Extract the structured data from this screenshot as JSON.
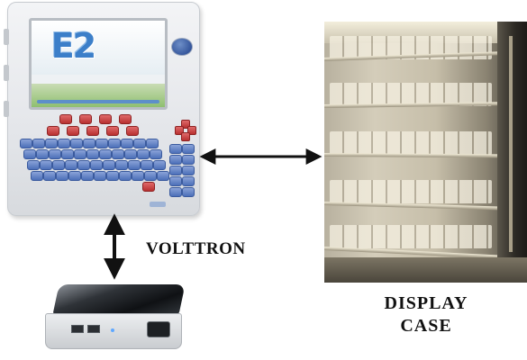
{
  "diagram": {
    "nodes": {
      "controller": {
        "screen_logo": "E2"
      },
      "volttron": {
        "label": "VOLTTRON"
      },
      "display_case": {
        "label_line1": "DISPLAY",
        "label_line2": "CASE"
      }
    },
    "connections": [
      {
        "from": "controller",
        "to": "display_case",
        "direction": "bidirectional"
      },
      {
        "from": "controller",
        "to": "volttron",
        "direction": "bidirectional"
      }
    ]
  },
  "colors": {
    "arrow": "#111111",
    "text": "#111111",
    "screen_logo": "#3c7fc9",
    "keys_blue": "#4c6fb8",
    "keys_red": "#b83030"
  }
}
